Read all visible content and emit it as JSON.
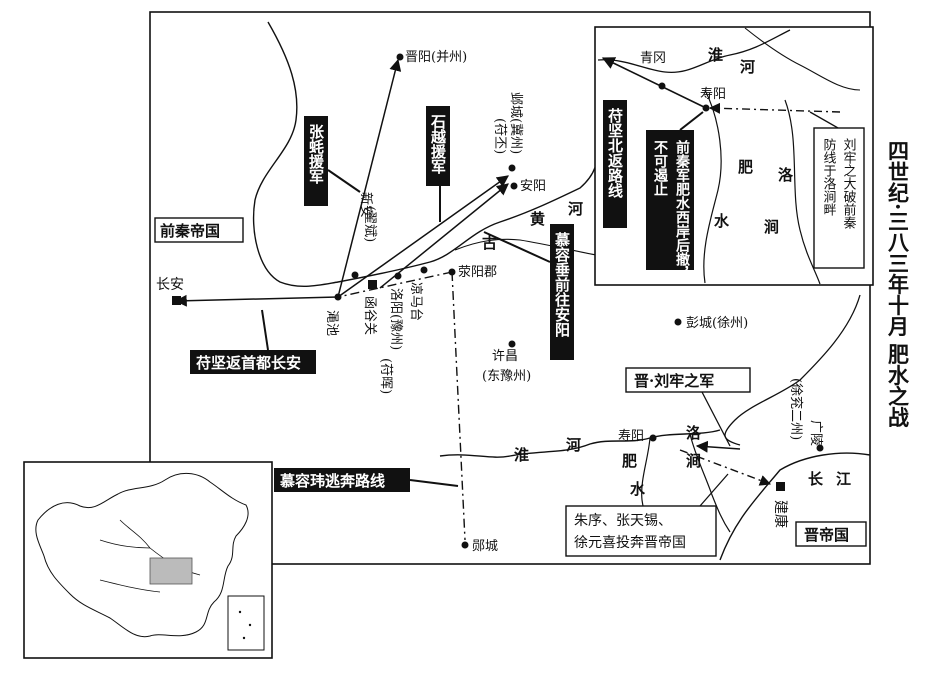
{
  "title": "四世纪·三八三年十月 肥水之战",
  "states": {
    "qin": "前秦帝国",
    "jin": "晋帝国"
  },
  "cities": {
    "jinyang": "晋阳(并州)",
    "yecheng": "邺城(冀州)",
    "yecheng_note": "(苻丕)",
    "anyang": "安阳",
    "changan": "长安",
    "mianchi": "渑池",
    "hanguguan": "函谷关",
    "xinan": "新安",
    "zhaichi": "(翟斌)",
    "luoyang": "洛阳(豫州)",
    "luoyang_note": "(苻晖)",
    "liangmatai": "凉马台",
    "xingyang": "荥阳郡",
    "xuchang": "许昌",
    "xuchang_sub": "(东豫州)",
    "pengcheng": "彭城(徐州)",
    "shouyang": "寿阳",
    "guangling": "广陵",
    "xu_yan": "(徐兖二州)",
    "jiankang": "建康",
    "yecheng_south": "郧城",
    "qinggang": "青冈"
  },
  "rivers": {
    "huang": "黄",
    "he": "河",
    "gu": "古",
    "huai": "淮",
    "fei": "肥",
    "shui": "水",
    "luo": "洛",
    "jian": "涧",
    "chang": "长",
    "jiang": "江"
  },
  "annotations": {
    "zhang_yi": "张蚝援军",
    "shi_yue": "石越援军",
    "murong_chui": "慕容垂前往安阳",
    "fujian_return": "苻坚返首都长安",
    "murong_wei": "慕容玮逃奔路线",
    "jin_army": "晋·刘牢之军",
    "zhu_xu": "朱序、张天锡、\n徐元喜投奔晋帝国",
    "fujian_north": "苻坚北返路线",
    "qin_retreat": "前秦军肥水西岸后撤，不可遏止",
    "liu_lao": "刘牢之大破前秦防线于洛涧畔"
  },
  "colors": {
    "ink": "#111111",
    "paper": "#ffffff",
    "inset_fill": "#bbbbbb"
  }
}
